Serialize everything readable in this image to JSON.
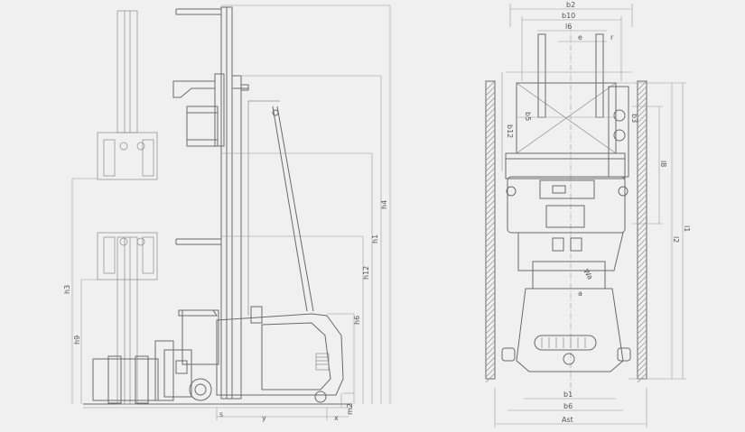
{
  "side_view": {
    "labels": {
      "h4": "h4",
      "h1": "h1",
      "h12": "h12",
      "h6": "h6",
      "h3": "h3",
      "h9": "h9",
      "m2": "m2",
      "y": "y",
      "x": "x",
      "s": "s"
    }
  },
  "top_view": {
    "labels": {
      "b2": "b2",
      "b10": "b10",
      "l6": "l6",
      "e": "e",
      "r": "r",
      "b12": "b12",
      "b5": "b5",
      "l8": "l8",
      "l1": "l1",
      "l2": "l2",
      "b1": "b1",
      "b6": "b6",
      "ast": "Ast",
      "a": "a",
      "wa": "Wa",
      "b3": "b3"
    }
  }
}
